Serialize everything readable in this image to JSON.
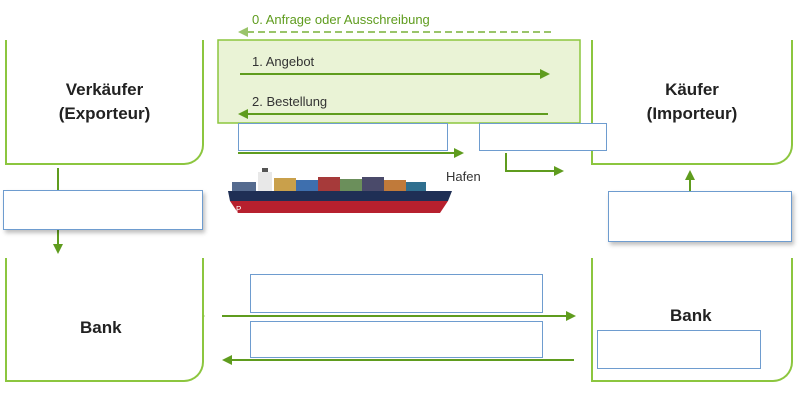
{
  "colors": {
    "accent": "#8cc63f",
    "panel": "#eaf3d6",
    "box_border": "#6e9ccf"
  },
  "steps": {
    "step0": "0. Anfrage oder Ausschreibung",
    "step1": "1. Angebot",
    "step2": "2. Bestellung"
  },
  "seller": {
    "line1": "Verkäufer",
    "line2": "(Exporteur)"
  },
  "buyer": {
    "line1": "Käufer",
    "line2": "(Importeur)"
  },
  "seller_bank": {
    "label": "Bank"
  },
  "buyer_bank": {
    "label": "Bank"
  },
  "port": {
    "label": "Hafen"
  },
  "ship": {
    "icon": "container-ship-icon"
  }
}
